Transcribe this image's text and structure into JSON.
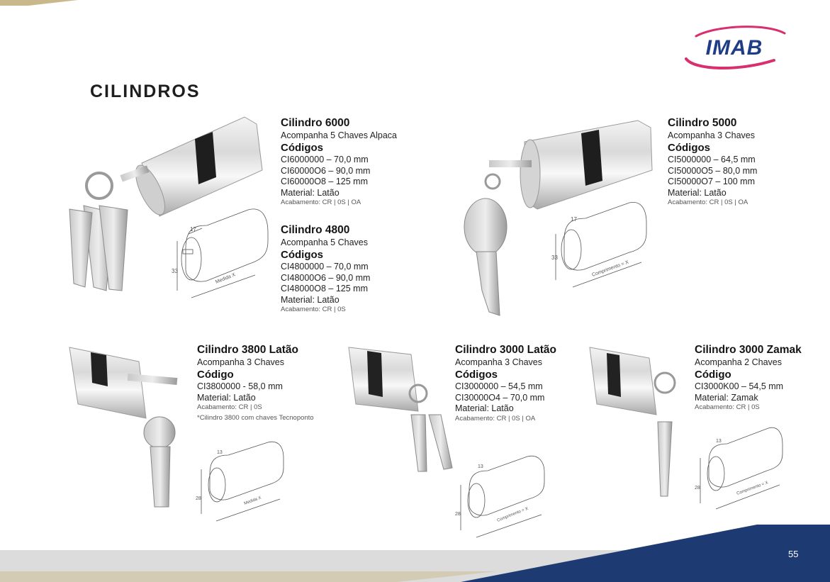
{
  "page": {
    "title": "CILINDROS",
    "number": "55"
  },
  "brand": {
    "logo_text": "IMAB",
    "color_blue": "#1f3c86",
    "color_magenta": "#d8306e"
  },
  "products": [
    {
      "name": "Cilindro 6000",
      "keys": "Acompanha 5 Chaves Alpaca",
      "codes_label": "Códigos",
      "codes": [
        "CI6000000 – 70,0 mm",
        "CI60000O6 – 90,0 mm",
        "CI60000O8 – 125 mm"
      ],
      "material": "Material: Latão",
      "finish": "Acabamento: CR | 0S | OA",
      "diagram": {
        "width_label": "17",
        "height_label": "33",
        "length_label": "Medida X"
      }
    },
    {
      "name": "Cilindro 4800",
      "keys": "Acompanha 5 Chaves",
      "codes_label": "Códigos",
      "codes": [
        "CI4800000 – 70,0 mm",
        "CI48000O6 – 90,0 mm",
        "CI48000O8 – 125 mm"
      ],
      "material": "Material: Latão",
      "finish": "Acabamento: CR | 0S"
    },
    {
      "name": "Cilindro 5000",
      "keys": "Acompanha 3 Chaves",
      "codes_label": "Códigos",
      "codes": [
        "CI5000000 – 64,5 mm",
        "CI50000O5 – 80,0 mm",
        "CI50000O7 – 100 mm"
      ],
      "material": "Material: Latão",
      "finish": "Acabamento: CR | 0S | OA",
      "diagram": {
        "width_label": "17",
        "height_label": "33",
        "length_label": "Comprimento = X"
      }
    },
    {
      "name": "Cilindro 3800 Latão",
      "keys": "Acompanha 3 Chaves",
      "codes_label": "Código",
      "codes": [
        "CI3800000 - 58,0 mm"
      ],
      "material": "Material: Latão",
      "finish": "Acabamento: CR | 0S",
      "note": "*Cilindro 3800 com chaves Tecnoponto",
      "diagram": {
        "width_label": "13",
        "height_label": "28",
        "length_label": "Medida X"
      }
    },
    {
      "name": "Cilindro 3000 Latão",
      "keys": "Acompanha 3 Chaves",
      "codes_label": "Códigos",
      "codes": [
        "CI3000000 – 54,5 mm",
        "CI30000O4 – 70,0 mm"
      ],
      "material": "Material: Latão",
      "finish": "Acabamento: CR | 0S | OA",
      "diagram": {
        "width_label": "13",
        "height_label": "28",
        "length_label": "Comprimento = X"
      }
    },
    {
      "name": "Cilindro 3000 Zamak",
      "keys": "Acompanha 2 Chaves",
      "codes_label": "Código",
      "codes": [
        "CI3000K00 – 54,5 mm"
      ],
      "material": "Material: Zamak",
      "finish": "Acabamento: CR | 0S",
      "diagram": {
        "width_label": "13",
        "height_label": "28",
        "length_label": "Comprimento = X"
      }
    }
  ]
}
